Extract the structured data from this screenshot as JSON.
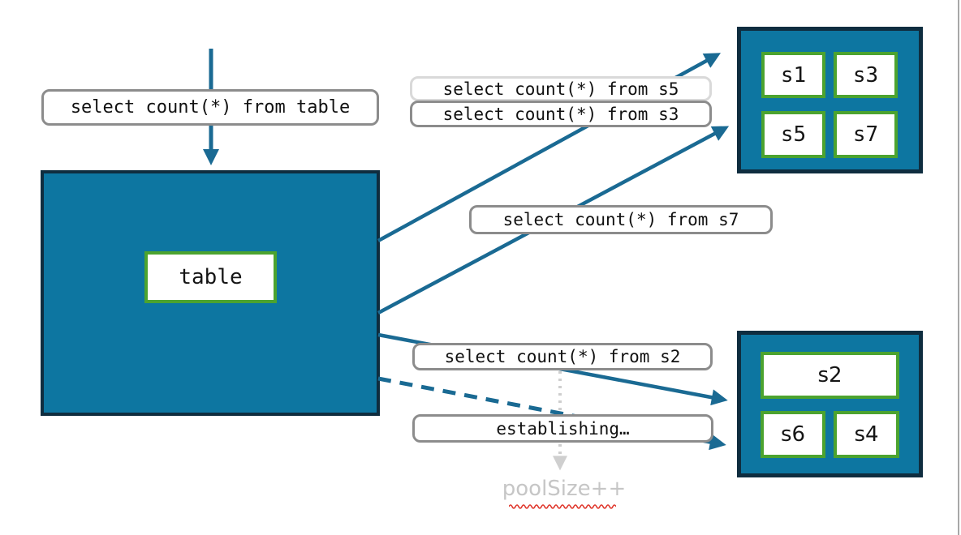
{
  "diagram": {
    "incoming_query": {
      "label": "select count(*) from table"
    },
    "main_node": {
      "label": "table"
    },
    "queries": {
      "s5": "select count(*) from s5",
      "s3": "select count(*) from s3",
      "s7": "select count(*) from s7",
      "s2": "select count(*) from s2",
      "establishing": "establishing…"
    },
    "shard_group_top": {
      "cells": [
        {
          "label": "s1"
        },
        {
          "label": "s3"
        },
        {
          "label": "s5"
        },
        {
          "label": "s7"
        }
      ]
    },
    "shard_group_bottom": {
      "wide_cell": {
        "label": "s2"
      },
      "cells": [
        {
          "label": "s6"
        },
        {
          "label": "s4"
        }
      ]
    },
    "annotation": {
      "pool_size": "poolSize++"
    },
    "colors": {
      "node_fill": "#0d76a1",
      "node_border": "#0f2d3f",
      "shard_border": "#4ca32f",
      "arrow": "#1a6a93",
      "label_border": "#8c8c8c",
      "label_border_light": "#d9d9d9",
      "muted_text": "#c6c6c6",
      "squiggle_red": "#e0392e",
      "slide_edge": "#a8a8a8"
    }
  }
}
